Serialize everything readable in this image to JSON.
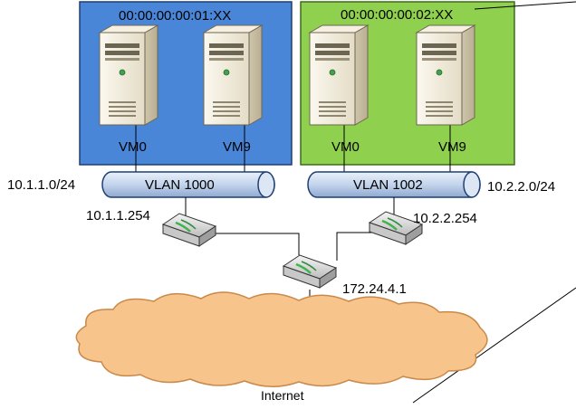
{
  "colors": {
    "blue_box": "#4a86d8",
    "green_box": "#8fd14f",
    "cloud": "#f7c48c",
    "pipe": "#c9d9ee",
    "server_body": "#efe8d6"
  },
  "left_group": {
    "mac": "00:00:00:00:01:XX",
    "vm_a": "VM0",
    "vm_b": "VM9",
    "vlan_label": "VLAN 1000",
    "subnet": "10.1.1.0/24",
    "router_ip": "10.1.1.254"
  },
  "right_group": {
    "mac": "00:00:00:00:02:XX",
    "vm_a": "VM0",
    "vm_b": "VM9",
    "vlan_label": "VLAN 1002",
    "subnet": "10.2.2.0/24",
    "router_ip": "10.2.2.254"
  },
  "core": {
    "router_ip": "172.24.4.1"
  },
  "cloud": {
    "label": "Internet"
  },
  "icons": {
    "server": "server-icon",
    "router": "router-icon",
    "cloud": "cloud-icon"
  }
}
